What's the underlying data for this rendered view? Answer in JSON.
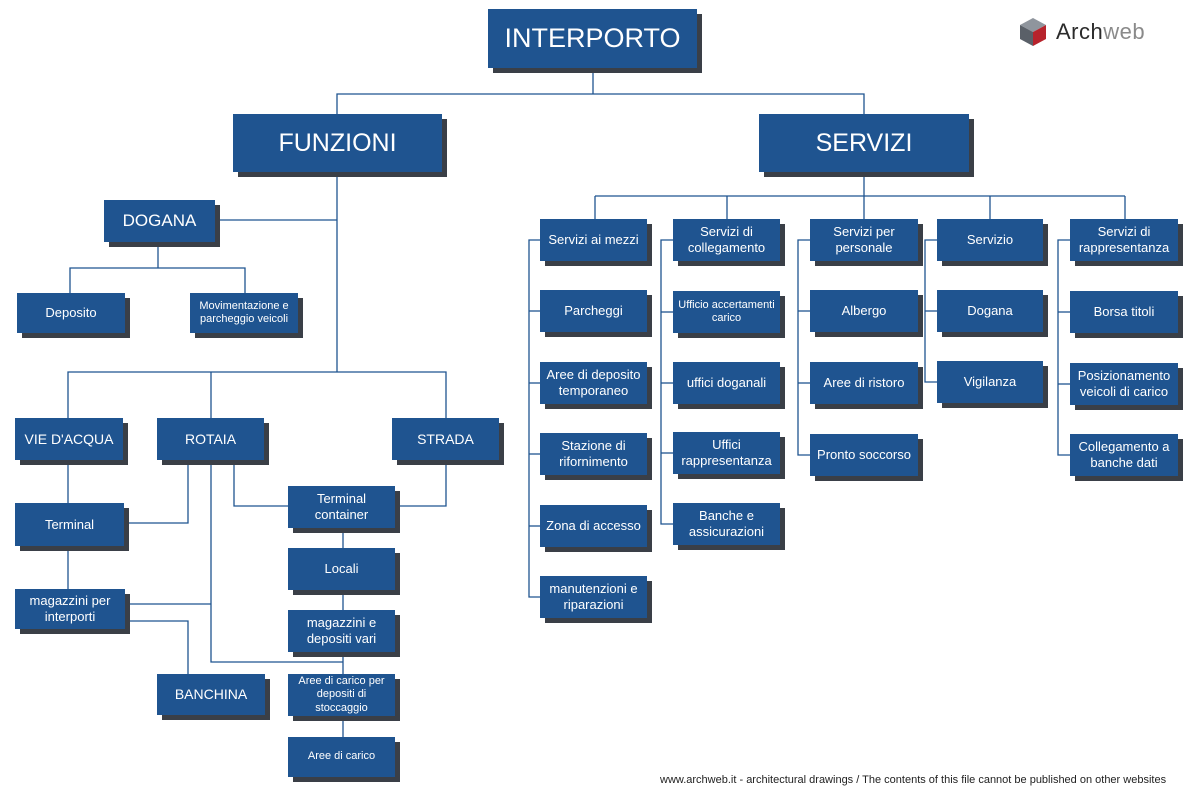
{
  "logo": {
    "text_dark": "Arch",
    "text_light": "web"
  },
  "footer": "www.archweb.it - architectural drawings  /  The contents of this file cannot be published on other websites",
  "colors": {
    "box": "#1f5490",
    "line": "#1f5490",
    "shadow": "#3a3f47",
    "text": "#ffffff"
  },
  "root": "INTERPORTO",
  "funzioni": {
    "title": "FUNZIONI",
    "dogana": "DOGANA",
    "deposito": "Deposito",
    "movimentazione": "Movimentazione e parcheggio veicoli",
    "vie_acqua": "VIE D'ACQUA",
    "rotaia": "ROTAIA",
    "strada": "STRADA",
    "terminal": "Terminal",
    "magazzini_interporti": "magazzini per interporti",
    "banchina": "BANCHINA",
    "terminal_container": "Terminal container",
    "locali": "Locali",
    "magazzini_depositi": "magazzini e depositi vari",
    "aree_carico_stoccaggio": "Aree di carico per depositi di stoccaggio",
    "aree_carico": "Aree di carico"
  },
  "servizi": {
    "title": "SERVIZI",
    "columns": [
      {
        "header": "Servizi ai mezzi",
        "items": [
          "Parcheggi",
          "Aree di deposito temporaneo",
          "Stazione di rifornimento",
          "Zona di accesso",
          "manutenzioni e riparazioni"
        ]
      },
      {
        "header": "Servizi di collegamento",
        "items": [
          "Ufficio accertamenti carico",
          "uffici doganali",
          "Uffici rappresentanza",
          "Banche e assicurazioni"
        ]
      },
      {
        "header": "Servizi per personale",
        "items": [
          "Albergo",
          "Aree di ristoro",
          "Pronto soccorso"
        ]
      },
      {
        "header": "Servizio",
        "items": [
          "Dogana",
          "Vigilanza"
        ]
      },
      {
        "header": "Servizi di rappresentanza",
        "items": [
          "Borsa titoli",
          "Posizionamento veicoli di carico",
          "Collegamento a banche dati"
        ]
      }
    ]
  }
}
